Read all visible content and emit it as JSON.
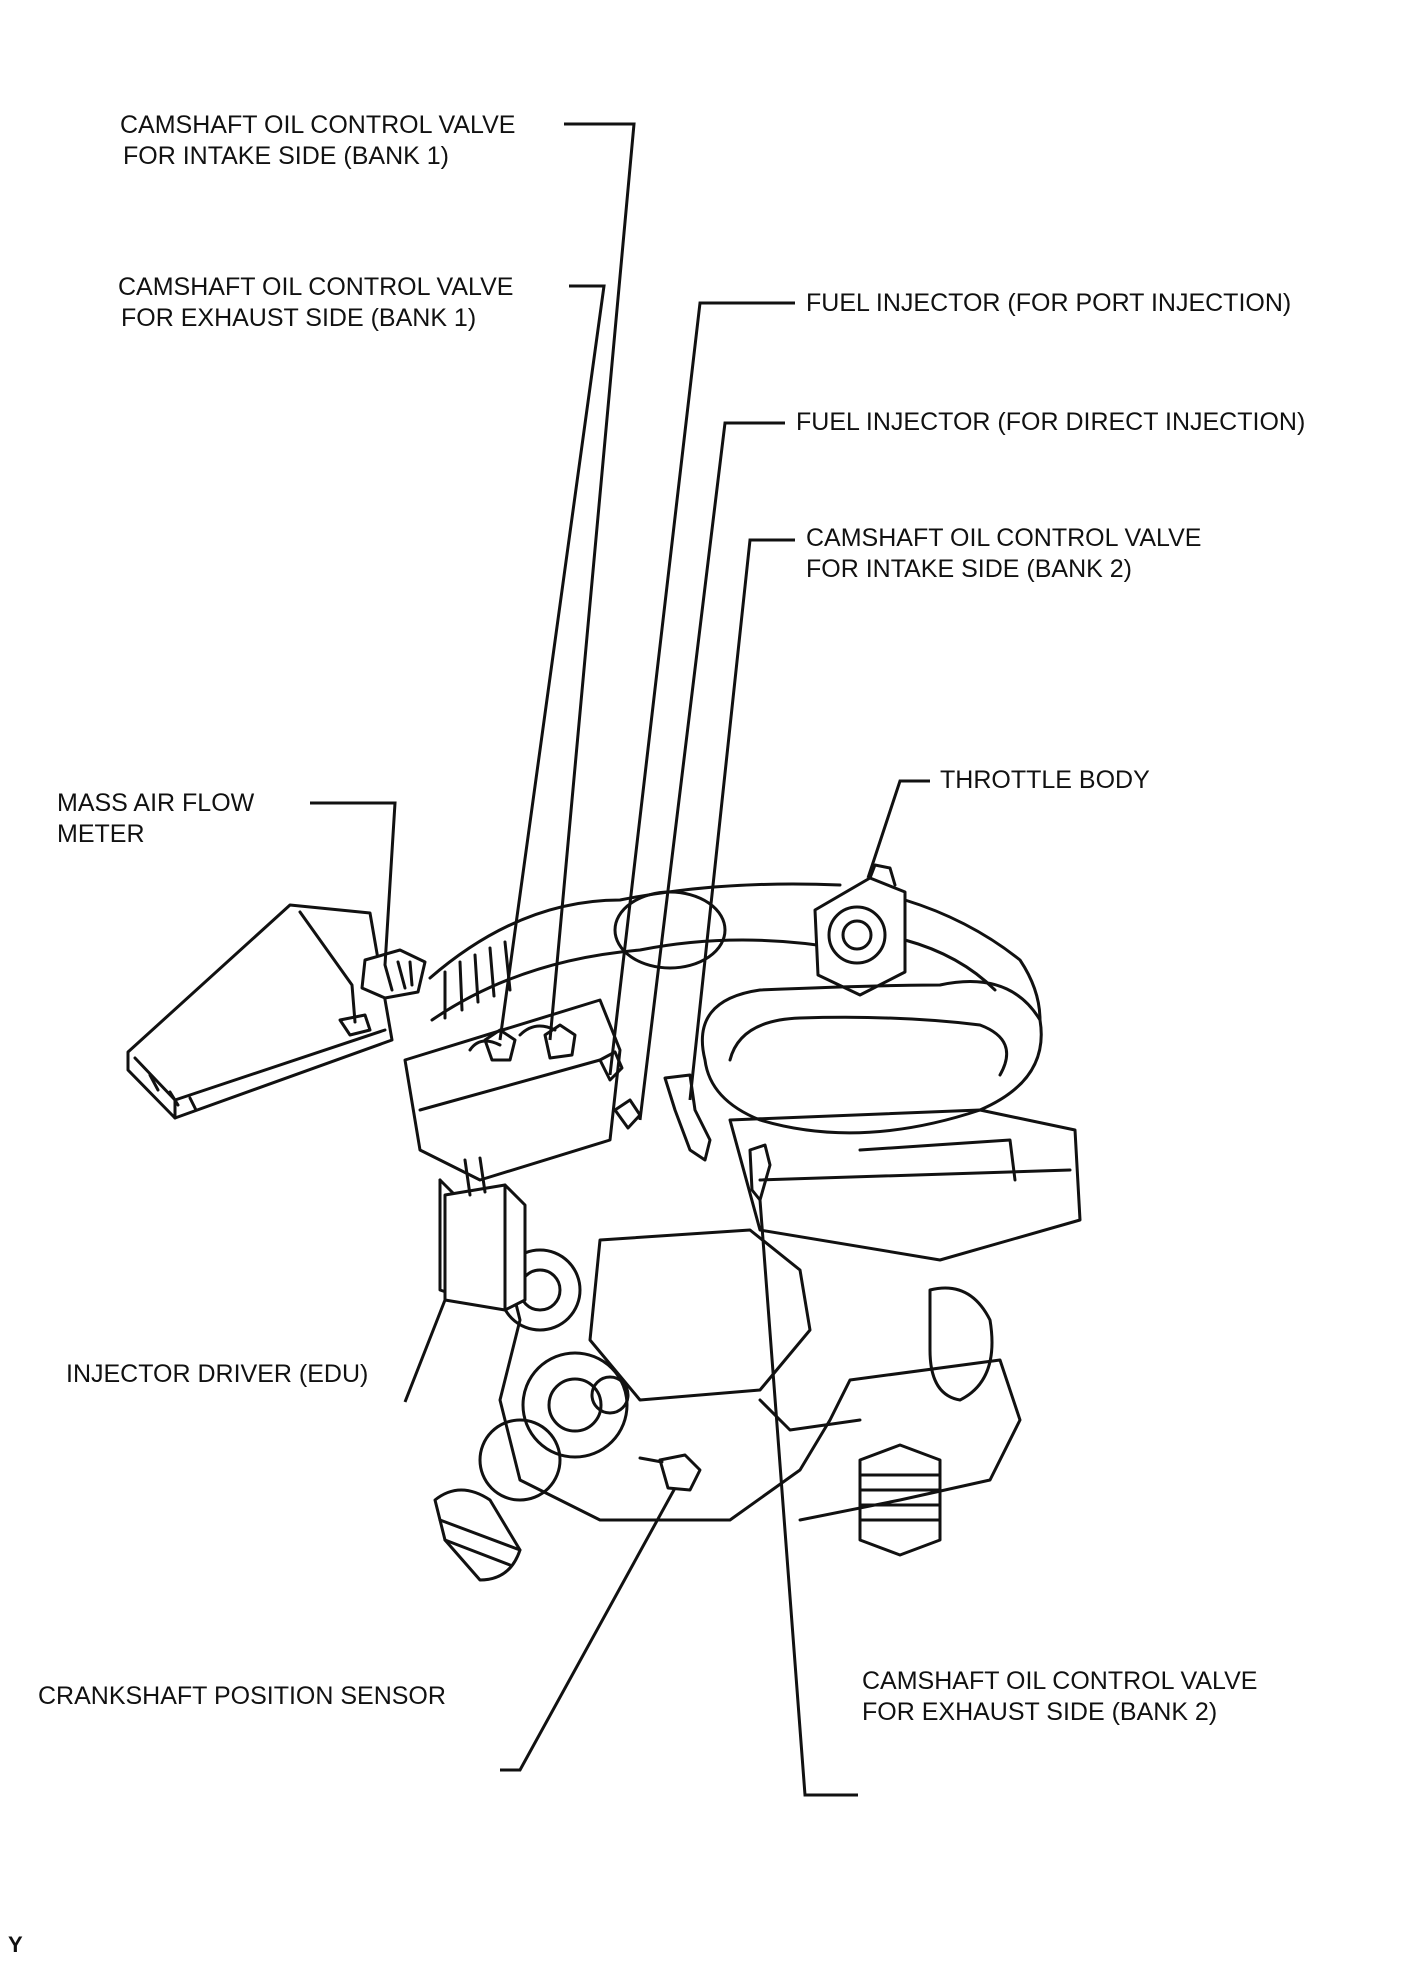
{
  "callouts": {
    "cam_intake_b1": [
      "CAMSHAFT OIL CONTROL VALVE",
      "FOR INTAKE SIDE (BANK 1)"
    ],
    "cam_exhaust_b1": [
      "CAMSHAFT OIL CONTROL VALVE",
      "FOR EXHAUST SIDE (BANK 1)"
    ],
    "fuel_port": [
      "FUEL INJECTOR (FOR PORT INJECTION)"
    ],
    "fuel_direct": [
      "FUEL INJECTOR (FOR DIRECT INJECTION)"
    ],
    "cam_intake_b2": [
      "CAMSHAFT OIL CONTROL VALVE",
      "FOR INTAKE SIDE (BANK 2)"
    ],
    "throttle": [
      "THROTTLE BODY"
    ],
    "maf": [
      "MASS AIR FLOW",
      "METER"
    ],
    "edu": [
      "INJECTOR DRIVER (EDU)"
    ],
    "crank": [
      "CRANKSHAFT POSITION SENSOR"
    ],
    "cam_exhaust_b2": [
      "CAMSHAFT OIL CONTROL VALVE",
      "FOR EXHAUST SIDE (BANK 2)"
    ]
  },
  "figure_code": "Y",
  "colors": {
    "ink": "#111111",
    "background": "#ffffff"
  }
}
